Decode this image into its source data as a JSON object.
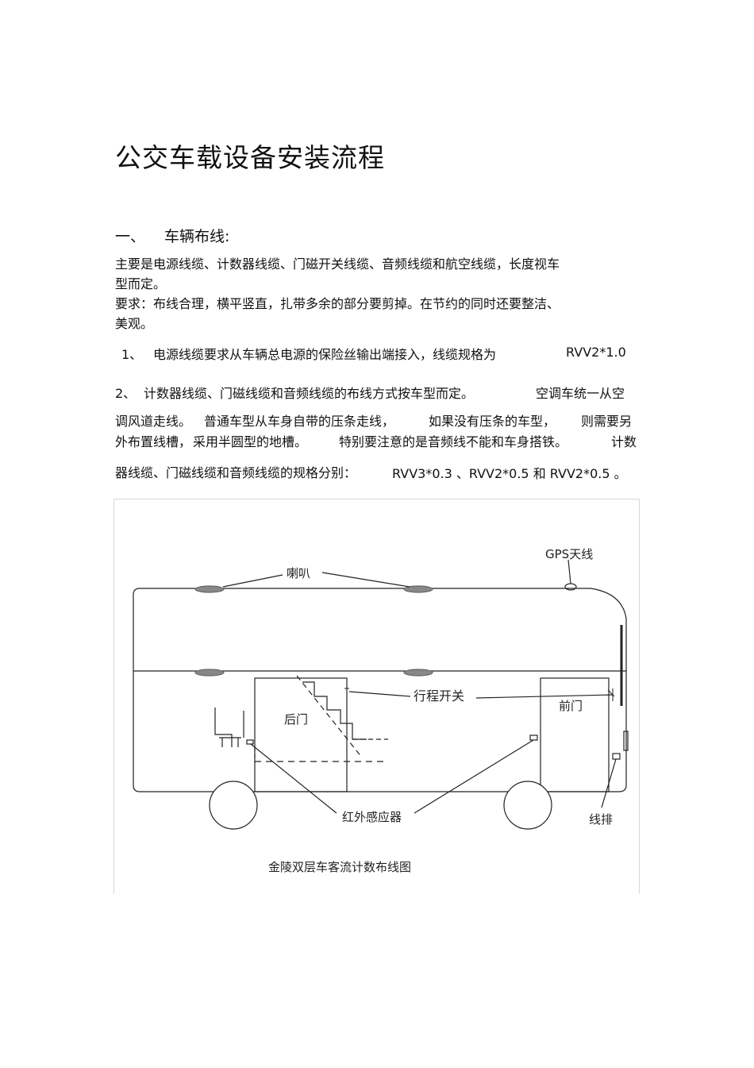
{
  "title": "公交车载设备安装流程",
  "section1": {
    "number": "一、",
    "heading": "车辆布线:"
  },
  "paragraphs": {
    "p1_line1": "主要是电源线缆、计数器线缆、门磁开关线缆、音频线缆和航空线缆，长度视车",
    "p1_line2": "型而定。",
    "p2_line1": "要求：布线合理，横平竖直，扎带多余的部分要剪掉。在节约的同时还要整洁、",
    "p2_line2": "美观。"
  },
  "items": {
    "item1_num": "1、",
    "item1_text": "电源线缆要求从车辆总电源的保险丝输出端接入，线缆规格为",
    "item1_spec": "RVV2*1.0",
    "item2_num": "2、",
    "item2_line1_a": "计数器线缆、门磁线缆和音频线缆的布线方式按车型而定。",
    "item2_line1_b": "空调车统一从空",
    "item2_line2_a": "调风道走线。",
    "item2_line2_b": "普通车型从车身自带的压条走线，",
    "item2_line2_c": "如果没有压条的车型，",
    "item2_line2_d": "则需要另",
    "item2_line3_a": "外布置线槽，",
    "item2_line3_b": "采用半圆型的地槽。",
    "item2_line3_c": "特别要注意的是音频线不能和车身搭铁。",
    "item2_line3_d": "计数",
    "item2_line4_a": "器线缆、门磁线缆和音频线缆的规格分别：",
    "item2_line4_b": "RVV3*0.3 、RVV2*0.5  和  RVV2*0.5 。"
  },
  "diagram": {
    "label_gps": "GPS天线",
    "label_speaker": "喇叭",
    "label_travel_switch": "行程开关",
    "label_rear_door": "后门",
    "label_front_door": "前门",
    "label_ir_sensor": "红外感应器",
    "label_harness": "线排",
    "caption": "金陵双层车客流计数布线图"
  }
}
